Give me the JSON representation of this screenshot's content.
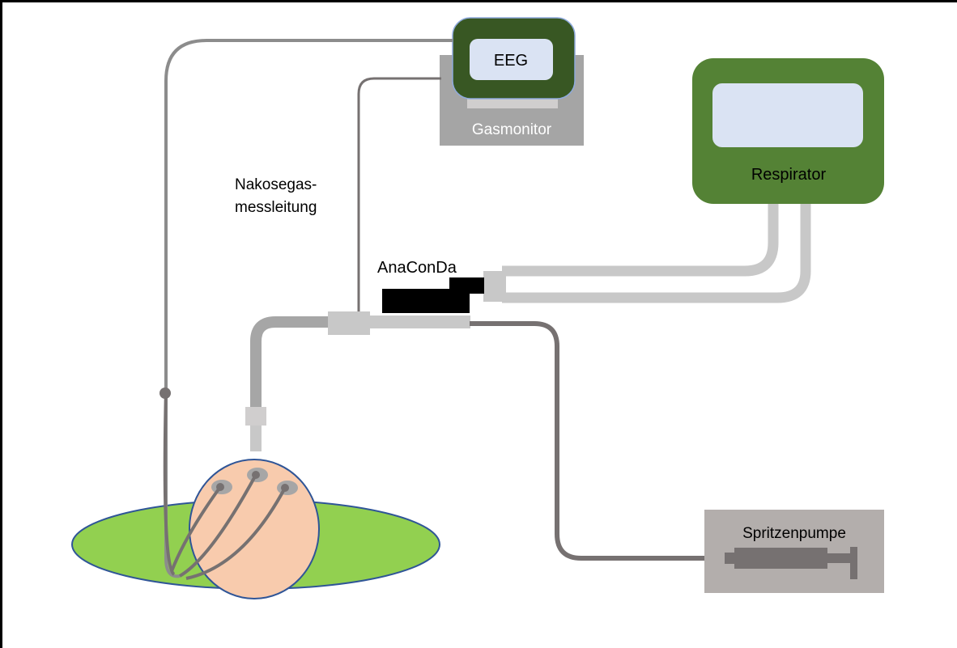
{
  "labels": {
    "eeg": "EEG",
    "gas_monitor": "Gasmonitor",
    "respirator": "Respirator",
    "gas_line_1": "Nakosegas-",
    "gas_line_2": "messleitung",
    "anaconda": "AnaConDa",
    "syringe_pump": "Spritzenpumpe"
  },
  "colors": {
    "eeg_frame": "#385723",
    "respirator_frame": "#548235",
    "screen": "#dae3f3",
    "gas_monitor": "#a5a5a5",
    "syringe_pump_box": "#b3aeac",
    "bed": "#92d050",
    "head": "#f8cbad",
    "outline": "#2f5597",
    "tube_light": "#c8c8c8",
    "line_dark": "#767171",
    "anaconda": "#000000"
  }
}
